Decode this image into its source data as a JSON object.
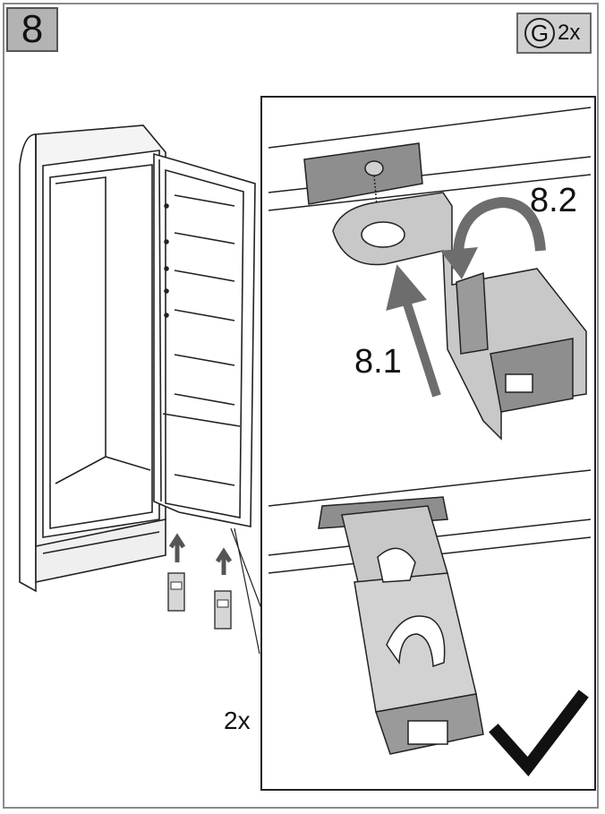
{
  "step_number": "8",
  "part": {
    "letter": "G",
    "quantity": "2x"
  },
  "callouts": {
    "step_a": "8.1",
    "step_b": "8.2",
    "hinge_quantity": "2x"
  },
  "icons": [
    "arrow-up-icon",
    "rotate-arrow-icon",
    "checkmark-icon"
  ]
}
